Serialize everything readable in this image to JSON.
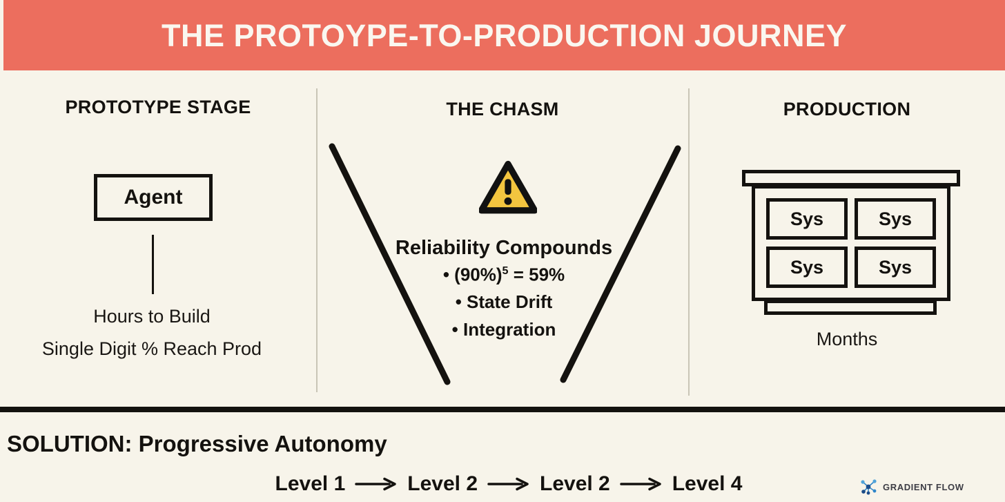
{
  "header": {
    "title": "THE PROTOYPE-TO-PRODUCTION JOURNEY",
    "background_color": "#EC6E5E",
    "text_color": "#FAF7F0"
  },
  "page": {
    "background_color": "#F7F4EA",
    "ink_color": "#14120F"
  },
  "columns": {
    "prototype": {
      "heading": "PROTOTYPE STAGE",
      "node_label": "Agent",
      "notes": [
        "Hours to Build",
        "Single Digit % Reach Prod"
      ]
    },
    "chasm": {
      "heading": "THE CHASM",
      "warning_icon": "warning-triangle-icon",
      "warning_fill_color": "#F3C53F",
      "subheading": "Reliability Compounds",
      "bullets": [
        {
          "marker": "•",
          "text_before": "(90%)",
          "superscript": "5",
          "text_after": " = 59%"
        },
        {
          "marker": "•",
          "text": "State Drift"
        },
        {
          "marker": "•",
          "text": "Integration"
        }
      ]
    },
    "production": {
      "heading": "PRODUCTION",
      "rack_units": [
        "Sys",
        "Sys",
        "Sys",
        "Sys"
      ],
      "note": "Months"
    }
  },
  "solution": {
    "label": "SOLUTION:",
    "value": "Progressive Autonomy",
    "levels": [
      "Level 1",
      "Level 2",
      "Level 2",
      "Level 4"
    ],
    "arrow_glyph": "⟶"
  },
  "brand": {
    "name": "GRADIENT FLOW",
    "icon": "molecule-nodes-icon",
    "icon_colors": [
      "#1C4E8C",
      "#2F86C9",
      "#4FA3D9",
      "#1A4C87"
    ],
    "text_color": "#3D3D45"
  }
}
